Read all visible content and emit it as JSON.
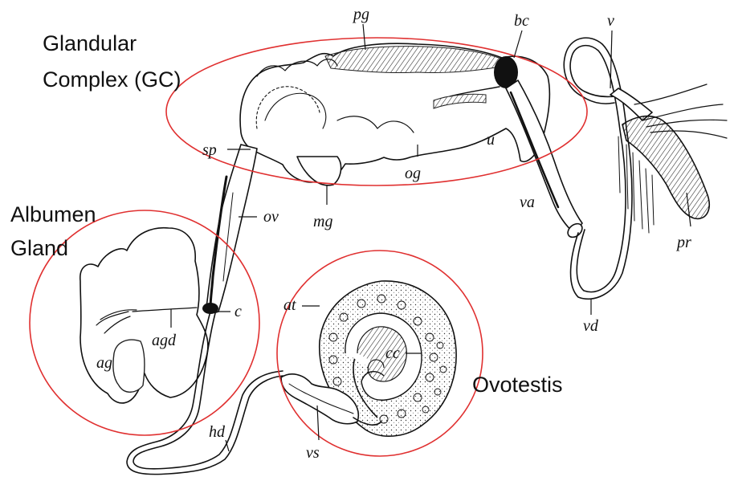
{
  "accent_color": "#e03030",
  "regions": {
    "glandular_complex": {
      "line1": "Glandular",
      "line2": "Complex  (GC)"
    },
    "albumen_gland": {
      "line1": "Albumen",
      "line2": "Gland"
    },
    "ovotestis": "Ovotestis"
  },
  "labels": {
    "pg": "pg",
    "bc": "bc",
    "v": "v",
    "sp": "sp",
    "u": "u",
    "og": "og",
    "va": "va",
    "mg": "mg",
    "ov": "ov",
    "pr": "pr",
    "c": "c",
    "at": "at",
    "vd": "vd",
    "agd": "agd",
    "cc": "cc",
    "ag": "ag",
    "hd": "hd",
    "vs": "vs"
  }
}
